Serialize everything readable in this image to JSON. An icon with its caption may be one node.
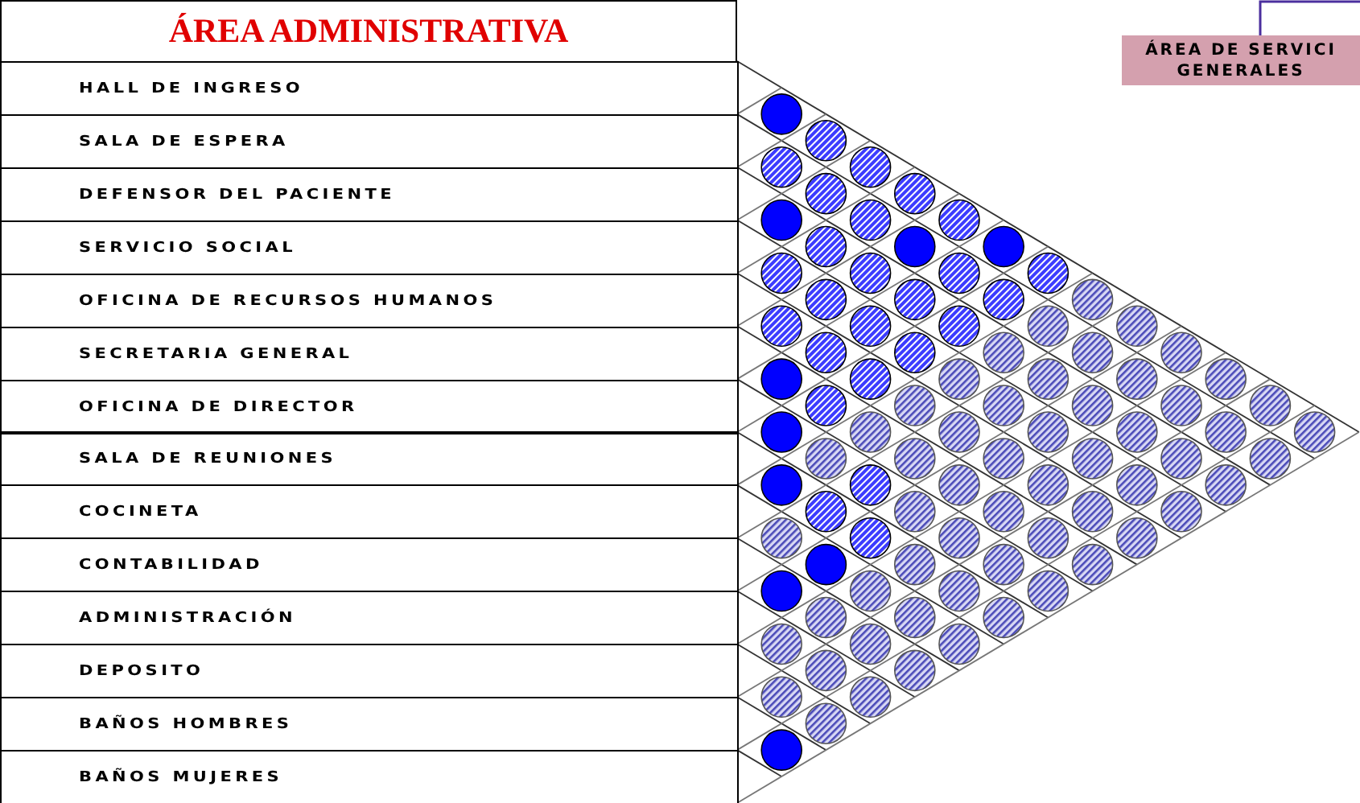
{
  "diagram": {
    "nodes": [
      {
        "text": [
          "ÁREA ADMINISTRATIVA"
        ]
      },
      {
        "text": [
          "HALL DE INGRESO"
        ]
      },
      {
        "text": [
          "SALA DE ESPERA"
        ]
      },
      {
        "text": [
          "DEFENSOR DEL PACIENTE"
        ]
      },
      {
        "text": [
          "SERVICIO SOCIAL"
        ]
      },
      {
        "text": [
          "OFICINA DE RECURSOS HUMANOS"
        ]
      },
      {
        "text": [
          "SECRETARIA GENERAL"
        ]
      },
      {
        "text": [
          "OFICINA DE DIRECTOR"
        ]
      },
      {
        "text": [
          "SALA DE REUNIONES"
        ]
      },
      {
        "text": [
          "COCINETA"
        ]
      },
      {
        "text": [
          "CONTABILIDAD"
        ]
      },
      {
        "text": [
          "ADMINISTRACIÓN"
        ]
      },
      {
        "text": [
          "DEPOSITO"
        ]
      },
      {
        "text": [
          "BAÑOS HOMBRES"
        ]
      },
      {
        "text": [
          "BAÑOS MUJERES"
        ]
      },
      {
        "text": [
          "ÁREA DE SERVICI GENERALES"
        ]
      }
    ],
    "edges": [
      {
        "from": null,
        "to": 15,
        "arrow": "none",
        "color": "#4b2f9e"
      }
    ]
  }
}
